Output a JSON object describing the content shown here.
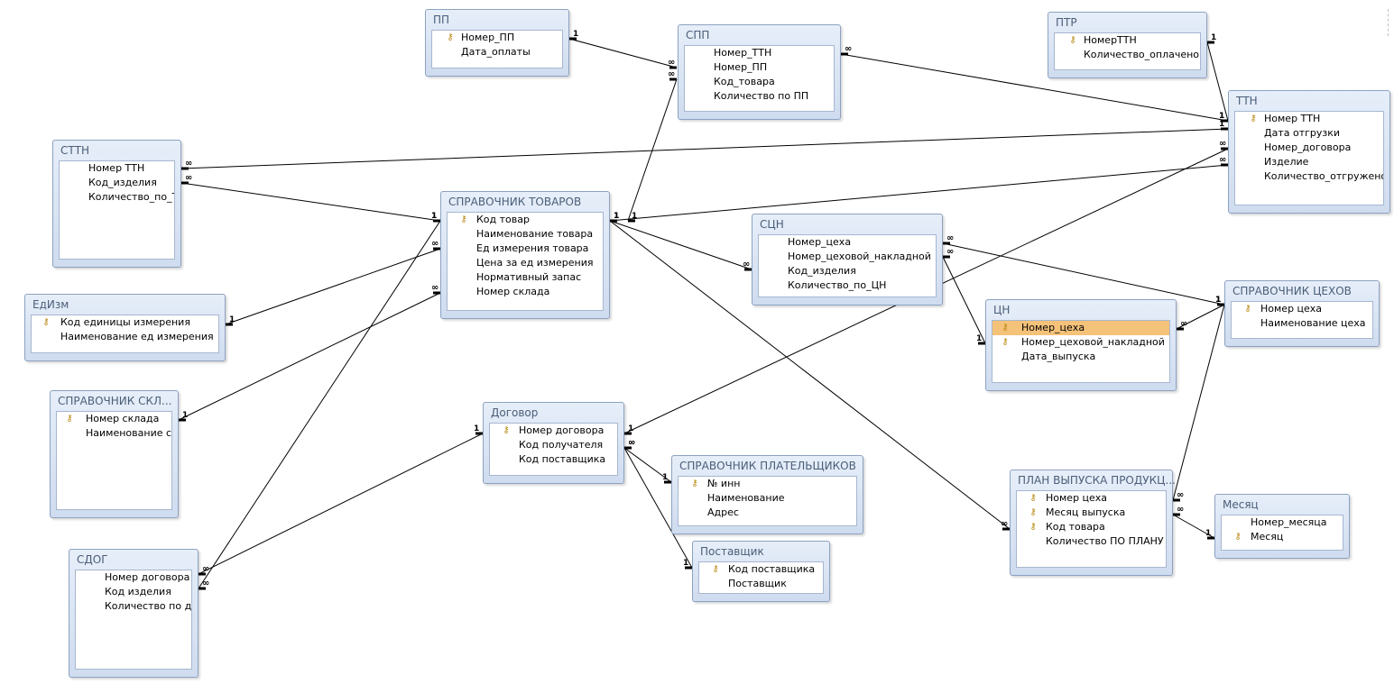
{
  "tables": {
    "pp": {
      "title": "ПП",
      "fields": [
        {
          "label": "Номер_ПП",
          "key": true
        },
        {
          "label": "Дата_оплаты",
          "key": false
        }
      ]
    },
    "spp": {
      "title": "СПП",
      "fields": [
        {
          "label": "Номер_ТТН",
          "key": false
        },
        {
          "label": "Номер_ПП",
          "key": false
        },
        {
          "label": "Код_товара",
          "key": false
        },
        {
          "label": "Количество по ПП",
          "key": false
        }
      ]
    },
    "ptr": {
      "title": "ПТР",
      "fields": [
        {
          "label": "НомерТТН",
          "key": true
        },
        {
          "label": "Количество_оплачено",
          "key": false
        }
      ]
    },
    "ttn": {
      "title": "ТТН",
      "fields": [
        {
          "label": "Номер ТТН",
          "key": true
        },
        {
          "label": "Дата отгрузки",
          "key": false
        },
        {
          "label": "Номер_договора",
          "key": false
        },
        {
          "label": "Изделие",
          "key": false
        },
        {
          "label": "Количество_отгружено",
          "key": false
        }
      ]
    },
    "sttn": {
      "title": "СТТН",
      "fields": [
        {
          "label": "Номер ТТН",
          "key": false
        },
        {
          "label": "Код_изделия",
          "key": false
        },
        {
          "label": "Количество_по_ТТН",
          "key": false
        }
      ]
    },
    "sprav_tovarov": {
      "title": "СПРАВОЧНИК ТОВАРОВ",
      "fields": [
        {
          "label": "Код товар",
          "key": true
        },
        {
          "label": "Наименование товара",
          "key": false
        },
        {
          "label": "Ед измерения товара",
          "key": false
        },
        {
          "label": "Цена за ед измерения",
          "key": false
        },
        {
          "label": "Нормативный запас",
          "key": false
        },
        {
          "label": "Номер склада",
          "key": false
        }
      ]
    },
    "scn": {
      "title": "СЦН",
      "fields": [
        {
          "label": "Номер_цеха",
          "key": false
        },
        {
          "label": "Номер_цеховой_накладной",
          "key": false
        },
        {
          "label": "Код_изделия",
          "key": false
        },
        {
          "label": "Количество_по_ЦН",
          "key": false
        }
      ]
    },
    "sprav_cehov": {
      "title": "СПРАВОЧНИК ЦЕХОВ",
      "fields": [
        {
          "label": "Номер цеха",
          "key": true
        },
        {
          "label": "Наименование цеха",
          "key": false
        }
      ]
    },
    "edizm": {
      "title": "ЕдИзм",
      "fields": [
        {
          "label": "Код единицы измерения",
          "key": true
        },
        {
          "label": "Наименование ед измерения",
          "key": false
        }
      ]
    },
    "cn": {
      "title": "ЦН",
      "fields": [
        {
          "label": "Номер_цеха",
          "key": true,
          "selected": true
        },
        {
          "label": "Номер_цеховой_накладной",
          "key": true
        },
        {
          "label": "Дата_выпуска",
          "key": false
        }
      ]
    },
    "sprav_skladov": {
      "title": "СПРАВОЧНИК СКЛ...",
      "fields": [
        {
          "label": "Номер склада",
          "key": true
        },
        {
          "label": "Наименование склада",
          "key": false
        }
      ]
    },
    "dogovor": {
      "title": "Договор",
      "fields": [
        {
          "label": "Номер договора",
          "key": true
        },
        {
          "label": "Код получателя",
          "key": false
        },
        {
          "label": "Код поставщика",
          "key": false
        }
      ]
    },
    "sprav_platelshikov": {
      "title": "СПРАВОЧНИК ПЛАТЕЛЬЩИКОВ",
      "fields": [
        {
          "label": "№ инн",
          "key": true
        },
        {
          "label": "Наименование",
          "key": false
        },
        {
          "label": "Адрес",
          "key": false
        }
      ]
    },
    "plan": {
      "title": "ПЛАН ВЫПУСКА ПРОДУКЦ...",
      "fields": [
        {
          "label": "Номер цеха",
          "key": true
        },
        {
          "label": "Месяц выпуска",
          "key": true
        },
        {
          "label": "Код товара",
          "key": true
        },
        {
          "label": "Количество ПО ПЛАНУ",
          "key": false
        }
      ]
    },
    "mesyac": {
      "title": "Месяц",
      "fields": [
        {
          "label": "Номер_месяца",
          "key": false
        },
        {
          "label": "Месяц",
          "key": true
        }
      ]
    },
    "postavshik": {
      "title": "Поставщик",
      "fields": [
        {
          "label": "Код поставщика",
          "key": true
        },
        {
          "label": "Поставщик",
          "key": false
        }
      ]
    },
    "sdog": {
      "title": "СДОГ",
      "fields": [
        {
          "label": "Номер договора",
          "key": false
        },
        {
          "label": "Код изделия",
          "key": false
        },
        {
          "label": "Количество по договору",
          "key": false
        }
      ]
    }
  },
  "marks": {
    "one": "1",
    "many": "∞"
  },
  "icons": {
    "key": "key-icon"
  }
}
